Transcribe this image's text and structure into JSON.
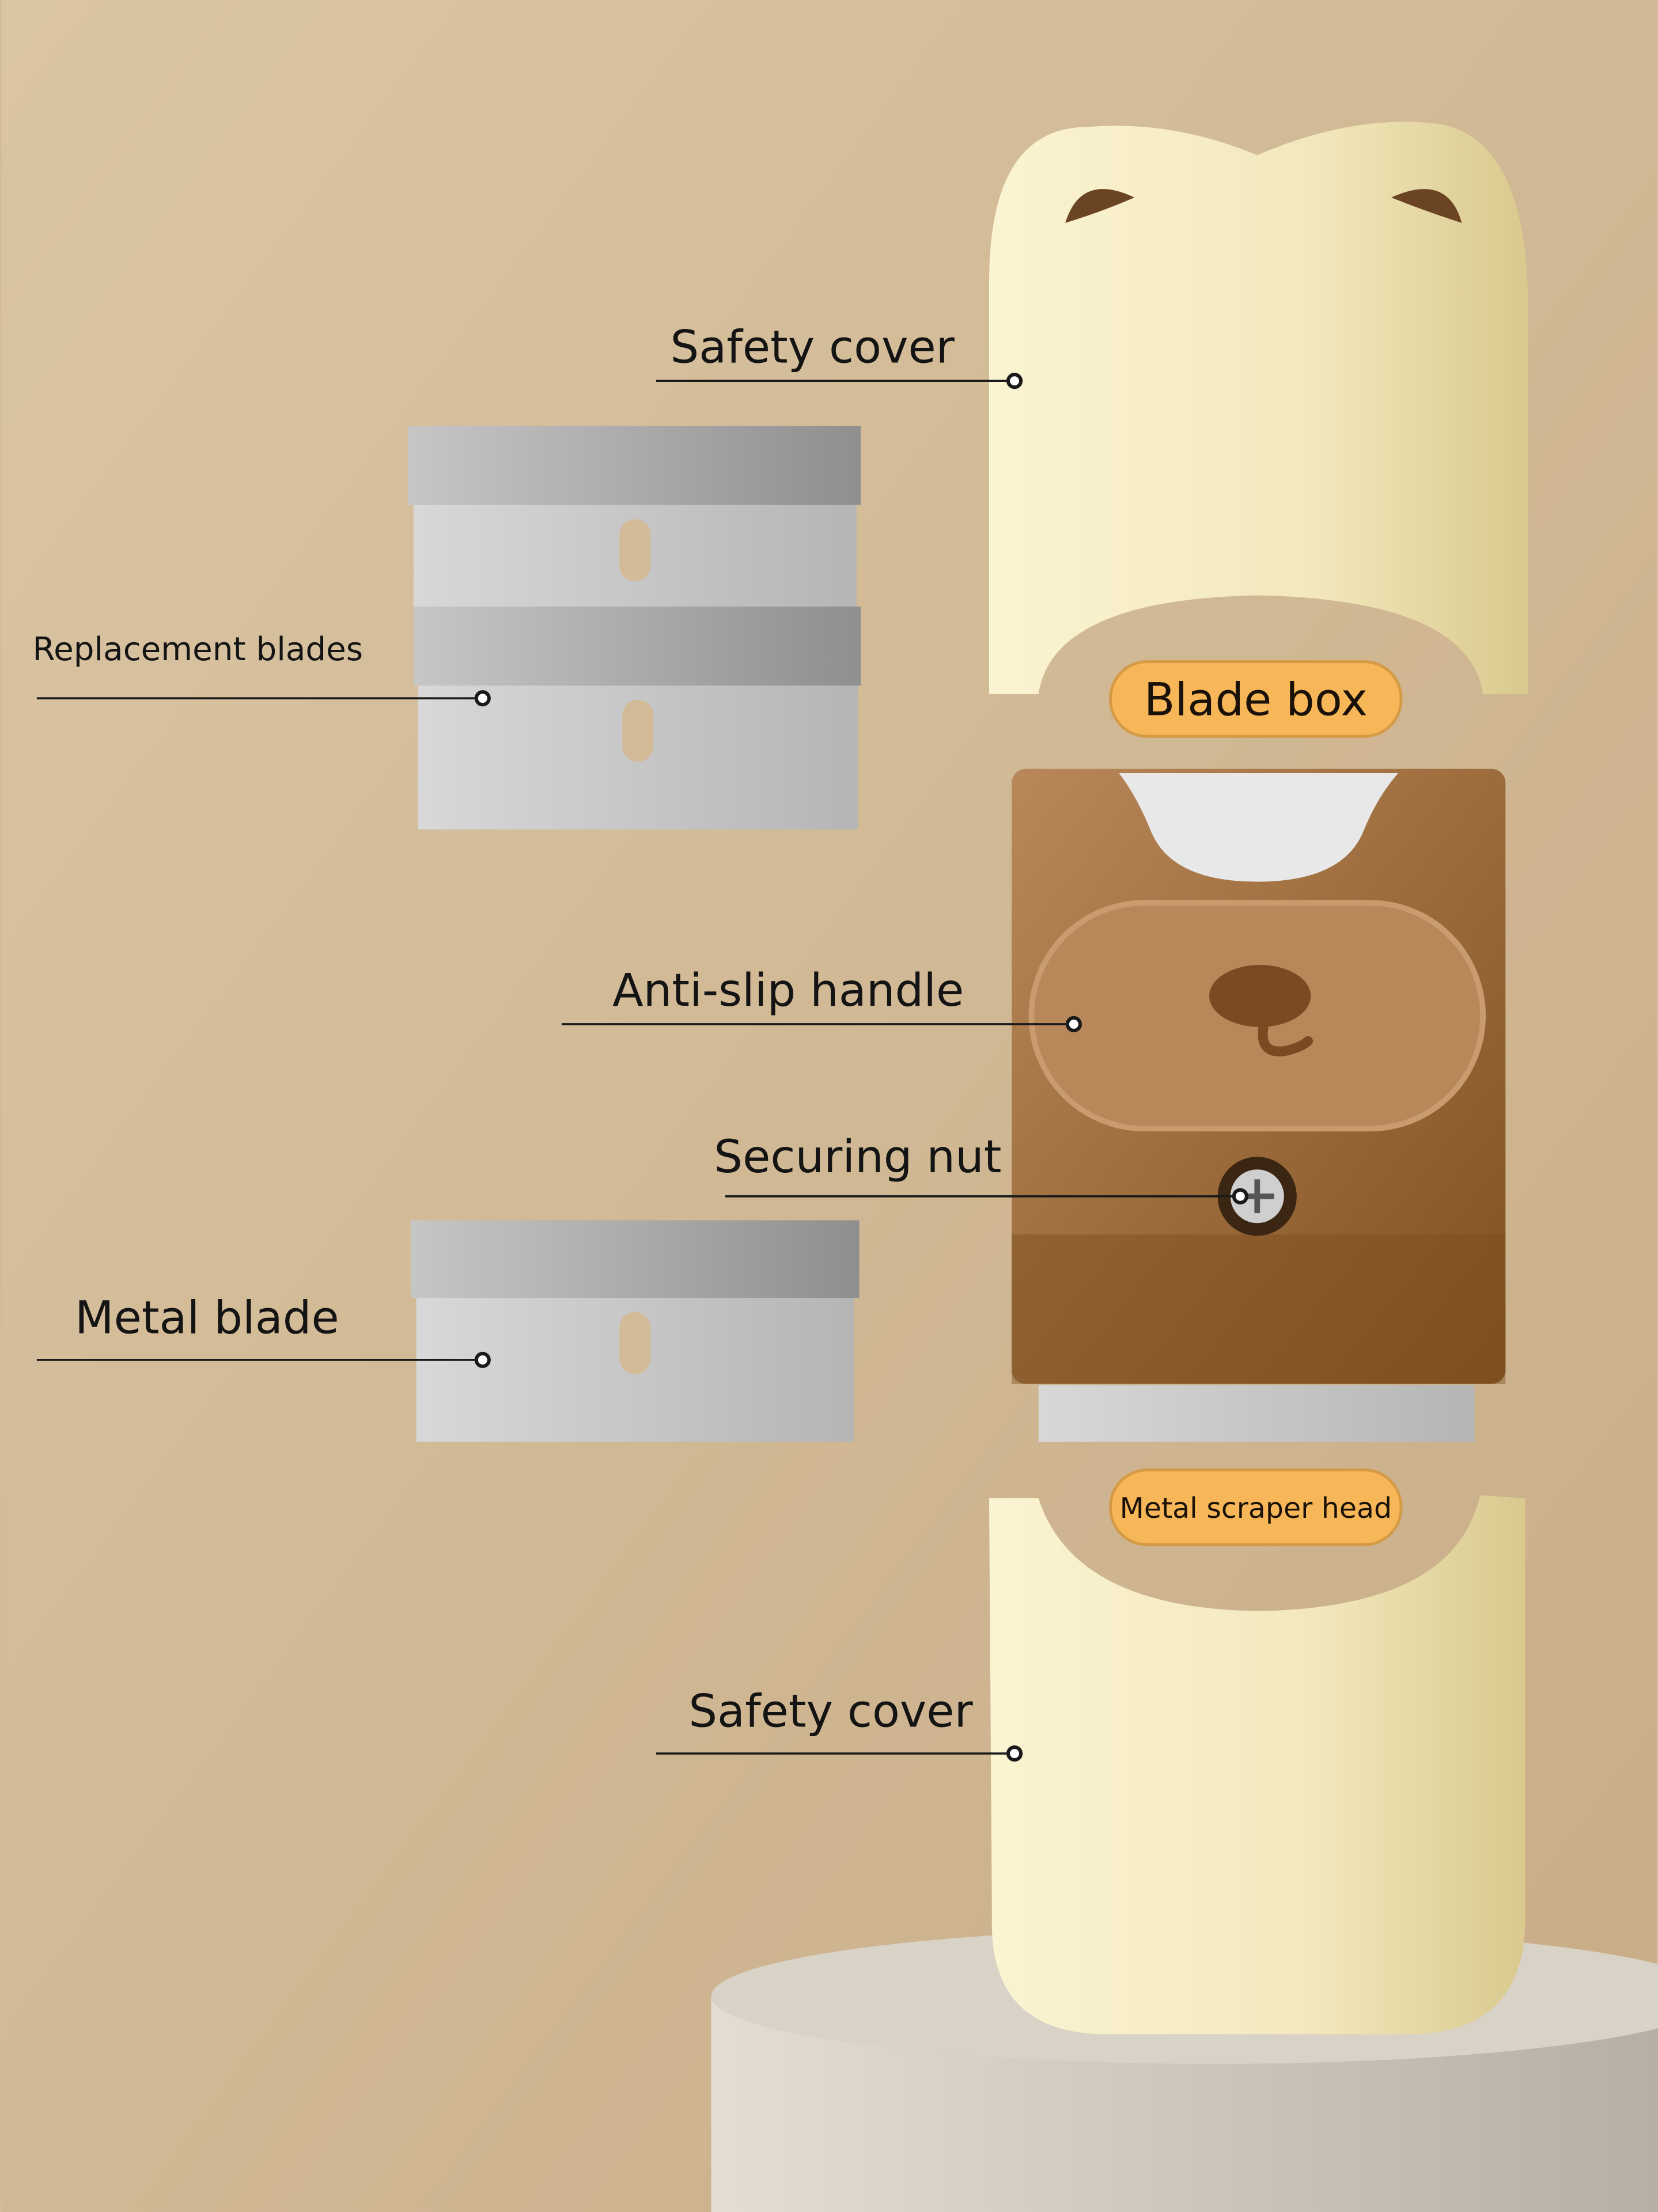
{
  "labels": {
    "top_cover": "Safety cover",
    "replacement_blades": "Replacement blades",
    "blade_box": "Blade box",
    "anti_slip_handle": "Anti-slip handle",
    "securing_nut": "Securing nut",
    "metal_blade": "Metal blade",
    "metal_scraper_head": "Metal scraper head",
    "bottom_cover": "Safety cover"
  },
  "colors": {
    "background": "#d3bb98",
    "cover": "#f5ecc4",
    "handle": "#a6733f",
    "pill": "#f7b657",
    "blade": "#c9c9c9"
  }
}
